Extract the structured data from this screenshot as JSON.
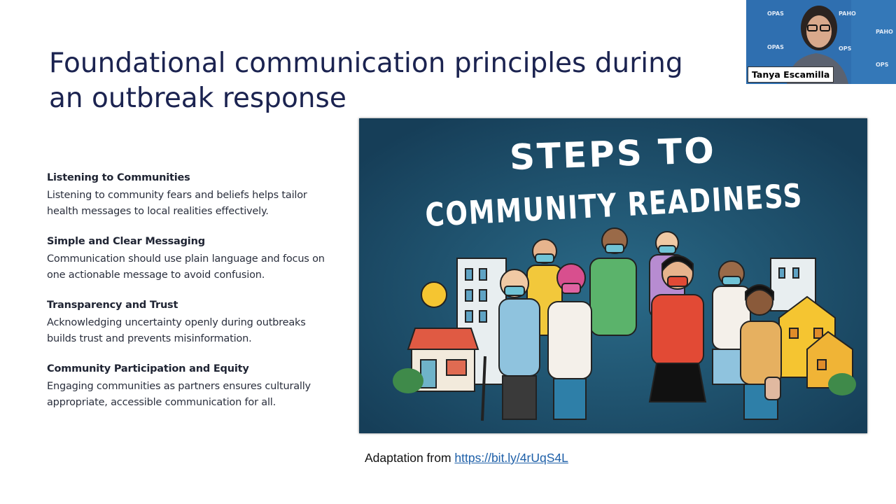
{
  "slide": {
    "title_line1": "Foundational communication principles during",
    "title_line2": "an outbreak response",
    "principles": [
      {
        "heading": "Listening to Communities",
        "line1": "Listening to community fears and beliefs helps tailor",
        "line2": "health messages to local realities effectively."
      },
      {
        "heading": "Simple and Clear Messaging",
        "line1": "Communication should use plain language and focus on",
        "line2": "one actionable message to avoid confusion."
      },
      {
        "heading": "Transparency and Trust",
        "line1": "Acknowledging uncertainty openly during outbreaks",
        "line2": "builds trust and prevents misinformation."
      },
      {
        "heading": "Community Participation and Equity",
        "line1": "Engaging communities as partners ensures culturally",
        "line2": "appropriate, accessible communication for all."
      }
    ],
    "poster": {
      "line1": "STEPS TO",
      "line2": "COMMUNITY READINESS",
      "bg_color": "#1d4e6b"
    },
    "caption": {
      "prefix": "Adaptation from",
      "link": "https://bit.ly/4rUqS4L"
    }
  },
  "webcam": {
    "participant_name": "Tanya Escamilla",
    "backdrop_logos": [
      "OPAS",
      "PAHO",
      "OPS"
    ]
  }
}
